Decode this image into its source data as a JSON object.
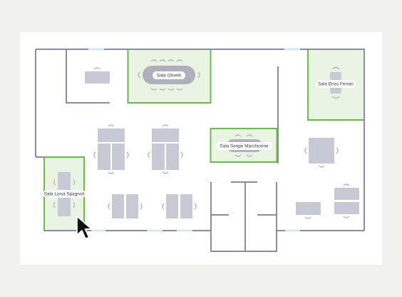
{
  "floorplan": {
    "rooms": [
      {
        "id": "olivetti",
        "label": "Sala Olivetti",
        "status": "available"
      },
      {
        "id": "enzo-ferrari",
        "label": "Sala Enzo Ferrari",
        "status": "available"
      },
      {
        "id": "sergio-marchionne",
        "label": "Sala Sergio Marchionne",
        "status": "available"
      },
      {
        "id": "luisa-spagnoli",
        "label": "Sala Luisa Spagnoli",
        "status": "available"
      }
    ]
  },
  "colors": {
    "background": "#f1f1ef",
    "card": "#ffffff",
    "wall": "#8d8ba3",
    "room_border": "#6cbb4a",
    "room_fill": "#eaf4e2",
    "window": "#cce7ee",
    "furniture": "#c9c9d6",
    "chair": "#b4b4c4"
  },
  "cursor": {
    "icon": "arrow-pointer-icon"
  }
}
